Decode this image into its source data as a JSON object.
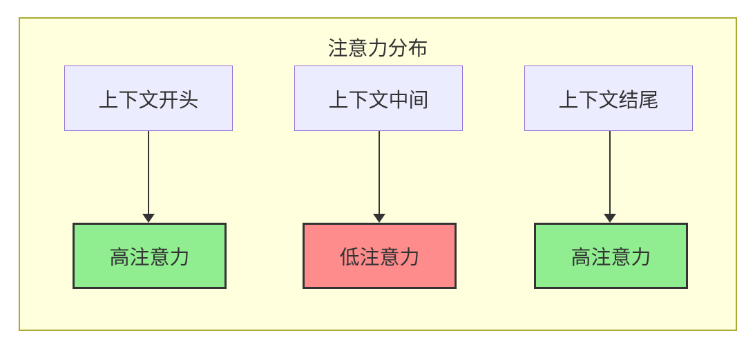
{
  "diagram": {
    "title": "注意力分布",
    "nodes": {
      "sources": [
        {
          "label": "上下文开头"
        },
        {
          "label": "上下文中间"
        },
        {
          "label": "上下文结尾"
        }
      ],
      "targets": [
        {
          "label": "高注意力",
          "level": "high"
        },
        {
          "label": "低注意力",
          "level": "low"
        },
        {
          "label": "高注意力",
          "level": "high"
        }
      ]
    },
    "edges": [
      {
        "from": "上下文开头",
        "to": "高注意力"
      },
      {
        "from": "上下文中间",
        "to": "低注意力"
      },
      {
        "from": "上下文结尾",
        "to": "高注意力"
      }
    ],
    "colors": {
      "canvas_background": "#ffffff",
      "container_fill": "#ffffde",
      "container_border": "#aaaa33",
      "source_node_fill": "#ececff",
      "source_node_border": "#9370db",
      "high_attention_fill": "#90ee90",
      "low_attention_fill": "#ff8c8c",
      "target_node_border": "#333333",
      "arrow_color": "#333333",
      "text_color": "#333333"
    }
  }
}
